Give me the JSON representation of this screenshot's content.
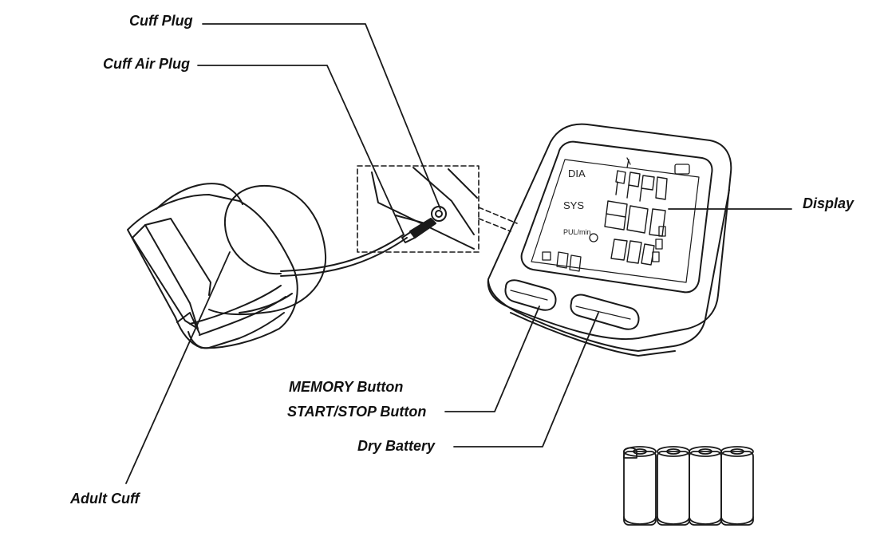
{
  "labels": {
    "cuff_plug": "Cuff Plug",
    "cuff_air_plug": "Cuff Air Plug",
    "display": "Display",
    "memory_button": "MEMORY Button",
    "start_stop_button": "START/STOP Button",
    "dry_battery": "Dry Battery",
    "adult_cuff": "Adult Cuff"
  },
  "lcd": {
    "dia": "DIA",
    "sys": "SYS",
    "pul": "PUL/min"
  },
  "battery_count": 4
}
